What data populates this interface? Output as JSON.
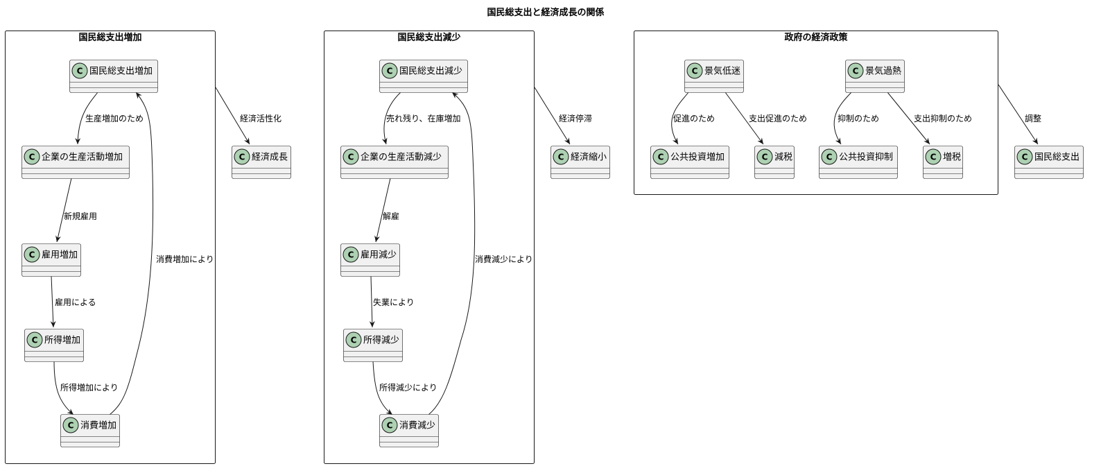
{
  "title": "国民総支出と経済成長の関係",
  "class_marker": "C",
  "colors": {
    "class_fill": "#F1F1F1",
    "class_circle": "#ADD1B2",
    "line": "#181818"
  },
  "packages": [
    {
      "name": "国民総支出増加"
    },
    {
      "name": "国民総支出減少"
    },
    {
      "name": "政府の経済政策"
    }
  ],
  "classes": {
    "gne_up": "国民総支出増加",
    "prod_up": "企業の生産活動増加",
    "emp_up": "雇用増加",
    "inc_up": "所得増加",
    "cons_up": "消費増加",
    "growth": "経済成長",
    "gne_down": "国民総支出減少",
    "prod_down": "企業の生産活動減少",
    "emp_down": "雇用減少",
    "inc_down": "所得減少",
    "cons_down": "消費減少",
    "shrink": "経済縮小",
    "recession": "景気低迷",
    "overheat": "景気過熱",
    "invest_up": "公共投資増加",
    "tax_cut": "減税",
    "invest_down": "公共投資抑制",
    "tax_up": "増税",
    "gne": "国民総支出"
  },
  "edges": {
    "e1": "生産増加のため",
    "e2": "新規雇用",
    "e3": "雇用による",
    "e4": "所得増加により",
    "e5": "消費増加により",
    "e6": "経済活性化",
    "e7": "売れ残り、在庫増加",
    "e8": "解雇",
    "e9": "失業により",
    "e10": "所得減少により",
    "e11": "消費減少により",
    "e12": "経済停滞",
    "e13": "促進のため",
    "e14": "支出促進のため",
    "e15": "抑制のため",
    "e16": "支出抑制のため",
    "e17": "調整"
  }
}
